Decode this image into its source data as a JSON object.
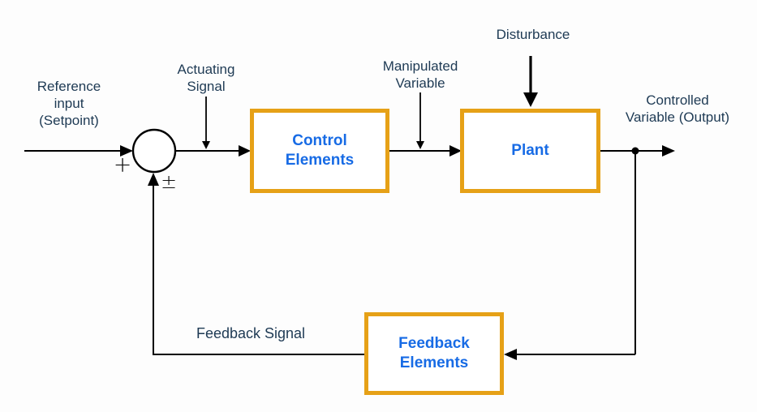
{
  "diagram": {
    "blocks": {
      "control": {
        "label": "Control\nElements"
      },
      "plant": {
        "label": "Plant"
      },
      "feedback": {
        "label": "Feedback\nElements"
      }
    },
    "annotations": {
      "reference_input": "Reference\ninput\n(Setpoint)",
      "actuating_signal": "Actuating\nSignal",
      "manipulated_variable": "Manipulated\nVariable",
      "disturbance": "Disturbance",
      "controlled_variable": "Controlled\nVariable (Output)",
      "feedback_signal": "Feedback Signal"
    },
    "summing_junction": {
      "top_sign": "+",
      "bottom_sign": "±"
    },
    "colors": {
      "block_border": "#E6A117",
      "block_label": "#176BE5",
      "annotation_text": "#1E3A54",
      "line": "#000000",
      "background": "#FDFDFD"
    }
  }
}
